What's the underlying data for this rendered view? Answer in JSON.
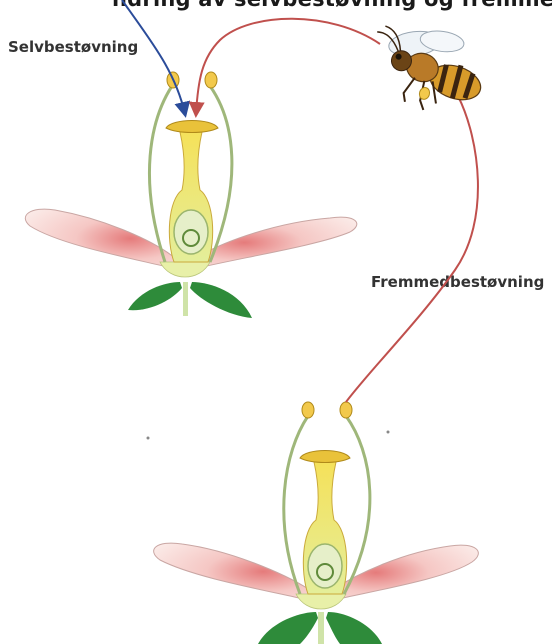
{
  "header": {
    "partial_caption": "ndring av selvbestøvning og fremmedbestøvning av blomster"
  },
  "labels": {
    "self_pollination": "Selvbestøvning",
    "cross_pollination": "Fremmedbestøvning"
  },
  "colors": {
    "self_arrow": "#2b4c9a",
    "cross_path": "#c0504d",
    "petal": "#f3c9c6",
    "pistil": "#f1e36a",
    "leaf": "#2e8b3a",
    "filament": "#9fb77a"
  },
  "icons": {
    "pollinator": "bee-icon"
  }
}
